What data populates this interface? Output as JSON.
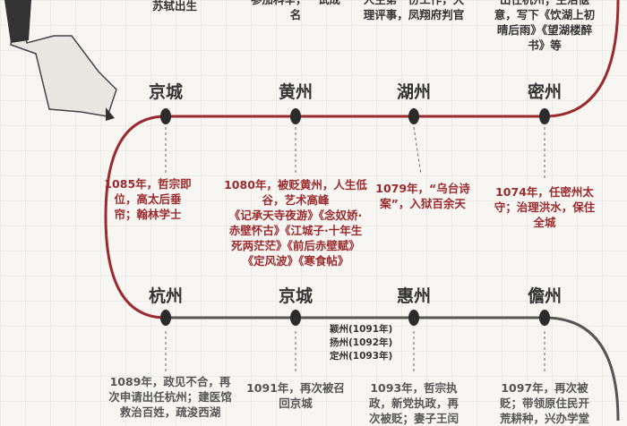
{
  "top_row": [
    {
      "text": "苏轼出生"
    },
    {
      "lines": [
        "参加科举，一试成",
        "名"
      ]
    },
    {
      "lines": [
        "人生第一份工作，大",
        "理评事，凤翔府判官"
      ]
    },
    {
      "lines": [
        "出任杭州；生活惬",
        "意，写下《饮湖上初",
        "晴后雨》《望湖楼醉",
        "书》等"
      ]
    }
  ],
  "row1": [
    {
      "city": "京城",
      "lines": [
        "1085年，哲宗即",
        "位，高太后垂",
        "帘；翰林学士"
      ]
    },
    {
      "city": "黄州",
      "lines": [
        "1080年，被贬黄州，人生低",
        "谷，艺术高峰",
        "《记承天寺夜游》《念奴娇·",
        "赤壁怀古》《江城子·十年生",
        "死两茫茫》《前后赤壁赋》",
        "《定风波》《寒食帖》"
      ]
    },
    {
      "city": "湖州",
      "lines": [
        "1079年，“乌台诗",
        "案”，入狱百余天"
      ]
    },
    {
      "city": "密州",
      "lines": [
        "1074年，任密州太",
        "守；治理洪水，保住",
        "全城"
      ]
    }
  ],
  "row2": [
    {
      "city": "杭州",
      "lines": [
        "1089年，政见不合，再",
        "次申请出任杭州；建医馆",
        "救治百姓，疏浚西湖"
      ]
    },
    {
      "city": "京城",
      "lines": [
        "1091年，再次被召",
        "回京城"
      ]
    },
    {
      "city": "惠州",
      "lines": [
        "1093年，哲宗执",
        "政，新党执政，再",
        "次被贬；妻子王闰"
      ]
    },
    {
      "city": "儋州",
      "lines": [
        "1097年，再次被",
        "贬；带领原住民开",
        "荒耕种，兴办学堂"
      ]
    }
  ],
  "side_list": [
    "颖州(1091年)",
    "扬州(1092年)",
    "定州(1093年)"
  ],
  "colors": {
    "row1_line": "#9b2a2e",
    "row2_line": "#555555",
    "dot": "#2b2b2b"
  },
  "icons": {
    "portrait": "su-shi-portrait-illustration"
  }
}
